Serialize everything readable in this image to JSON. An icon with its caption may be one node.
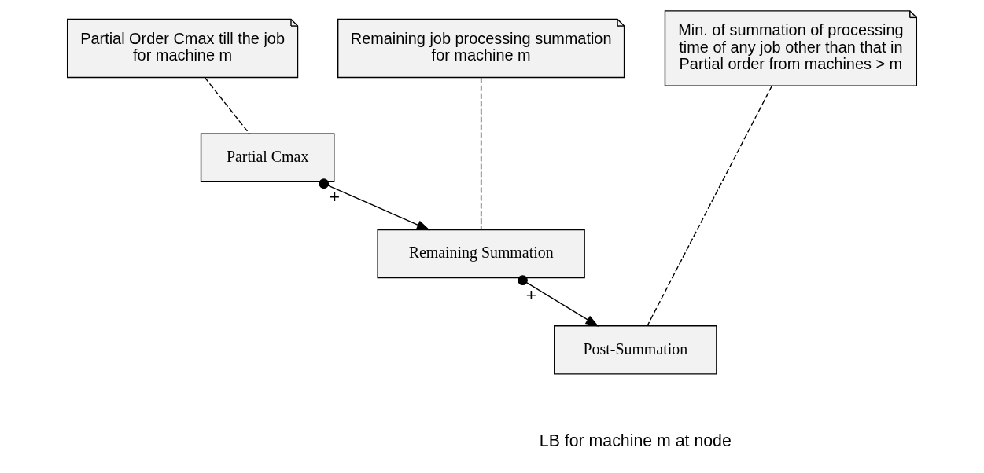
{
  "diagram": {
    "nodes": [
      {
        "text": [
          "Partial Order Cmax till the job for machine m"
        ]
      },
      {
        "text": [
          "Partial Cmax"
        ]
      },
      {
        "text": [
          "Remaining job processing summation for machine m"
        ]
      },
      {
        "text": [
          "Remaining Summation"
        ]
      },
      {
        "text": [
          "Min. of summation of processing time of any job other than that in Partial order from machines > m"
        ]
      },
      {
        "text": [
          "Post-Summation"
        ]
      }
    ],
    "edges": [
      {
        "from": 0,
        "to": 1,
        "arrow": "none",
        "style": "dashed"
      },
      {
        "from": 2,
        "to": 3,
        "arrow": "none",
        "style": "dashed"
      },
      {
        "from": 4,
        "to": 5,
        "arrow": "none",
        "style": "dashed"
      },
      {
        "from": 1,
        "to": 3,
        "arrow": "to",
        "label": "+"
      },
      {
        "from": 3,
        "to": 5,
        "arrow": "to",
        "label": "+"
      }
    ],
    "labels": [
      "LB for machine m at node"
    ]
  }
}
